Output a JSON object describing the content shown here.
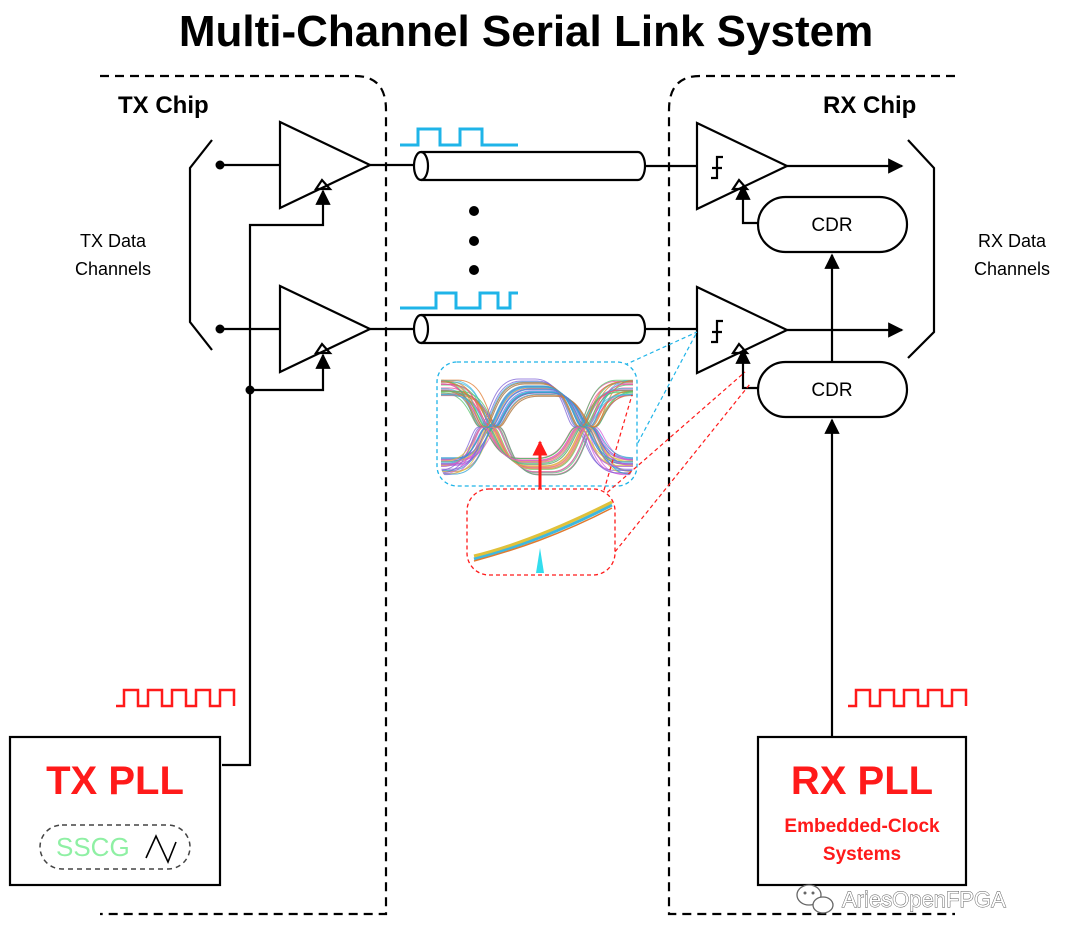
{
  "title": "Multi-Channel Serial Link System",
  "tx_chip": {
    "label": "TX Chip",
    "channels_label": [
      "TX Data",
      "Channels"
    ],
    "pll": {
      "label": "TX PLL",
      "sscg_label": "SSCG"
    }
  },
  "rx_chip": {
    "label": "RX Chip",
    "channels_label": [
      "RX Data",
      "Channels"
    ],
    "cdr_labels": [
      "CDR",
      "CDR"
    ],
    "pll": {
      "label": "RX PLL",
      "sub_label": [
        "Embedded-Clock",
        "Systems"
      ]
    }
  },
  "watermark": "AriesOpenFPGA",
  "colors": {
    "data_signal": "#1fb4e8",
    "clock_signal": "#ff1a1a",
    "accent_red": "#ff1a1a",
    "sscg_green": "#8ff0a4",
    "eye_callout": "#1fb4e8",
    "zoom_callout": "#ff1a1a"
  }
}
